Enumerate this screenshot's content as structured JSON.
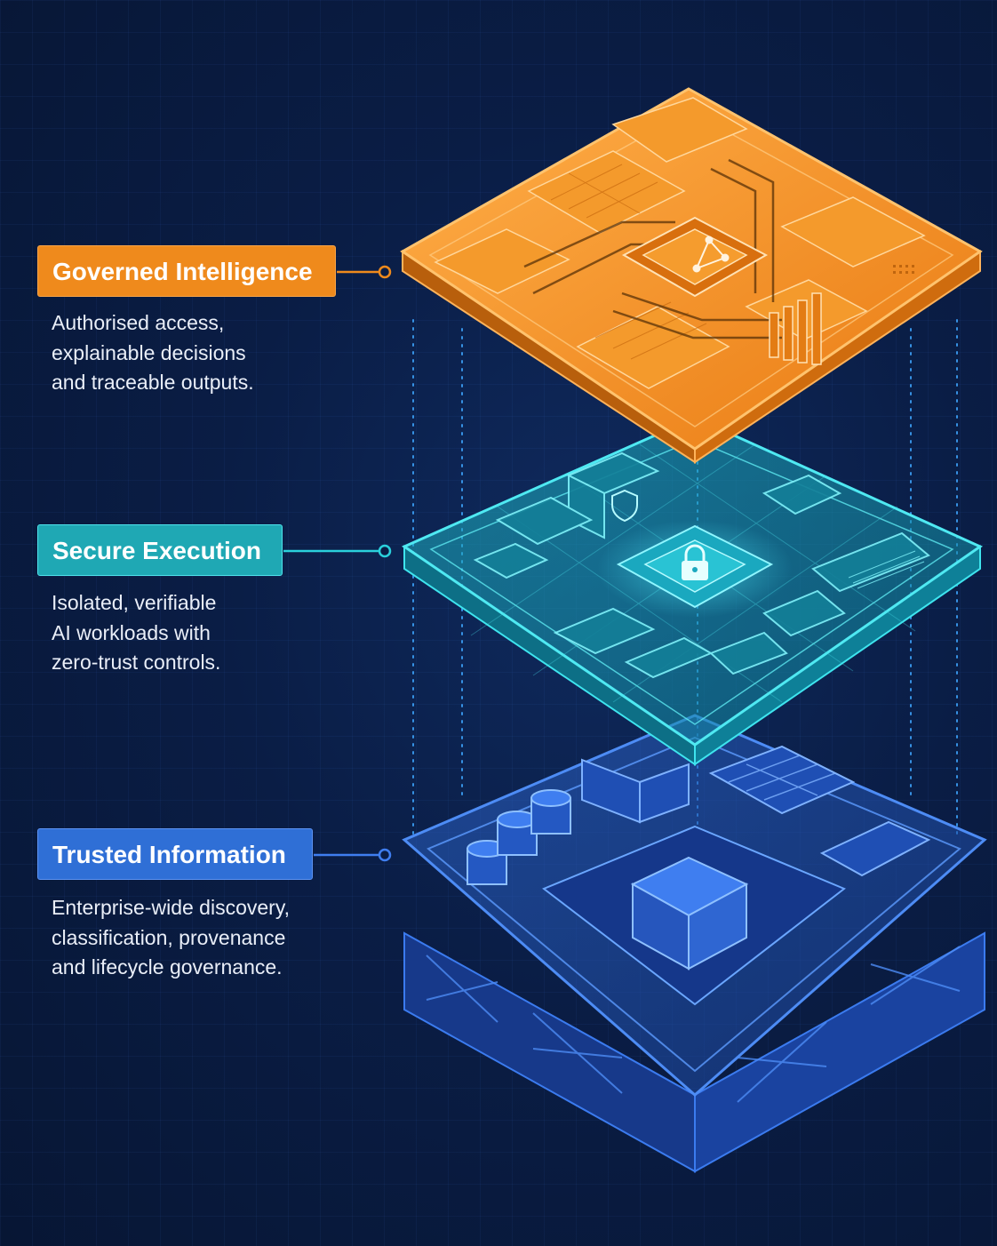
{
  "colors": {
    "background": "#0a1d45",
    "governed": "#ef8a1c",
    "secure": "#1fa8b4",
    "trusted": "#2f6fd6"
  },
  "layers": [
    {
      "id": "governed",
      "title": "Governed Intelligence",
      "description_lines": [
        "Authorised access,",
        "explainable decisions",
        "and traceable outputs."
      ],
      "icon": "network-graph-icon"
    },
    {
      "id": "secure",
      "title": "Secure Execution",
      "description_lines": [
        "Isolated, verifiable",
        "AI workloads with",
        "zero-trust controls."
      ],
      "icon": "padlock-icon"
    },
    {
      "id": "trusted",
      "title": "Trusted Information",
      "description_lines": [
        "Enterprise-wide discovery,",
        "classification, provenance",
        "and lifecycle governance."
      ],
      "icon": "database-icon"
    }
  ]
}
